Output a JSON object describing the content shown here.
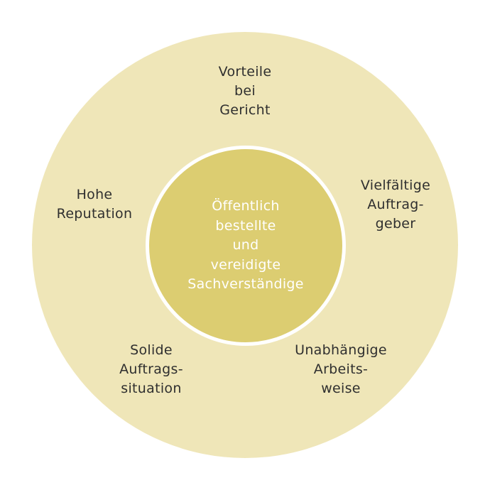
{
  "colors": {
    "outer_ring": "#efe6b8",
    "inner_circle": "#dccd71",
    "center_text": "#ffffff",
    "label_text": "#2f2f2f"
  },
  "center": {
    "lines": [
      "Öffentlich",
      "bestellte",
      "und",
      "vereidigte",
      "Sachverständige"
    ]
  },
  "labels": [
    {
      "id": "vorteile-bei-gericht",
      "lines": [
        "Vorteile",
        "bei",
        "Gericht"
      ]
    },
    {
      "id": "hohe-reputation",
      "lines": [
        "Hohe",
        "Reputation"
      ]
    },
    {
      "id": "vielfaeltige-auftraggeber",
      "lines": [
        "Vielfältige",
        "Auftrag-",
        "geber"
      ]
    },
    {
      "id": "solide-auftragssituation",
      "lines": [
        "Solide",
        "Auftrags-",
        "situation"
      ]
    },
    {
      "id": "unabhaengige-arbeitsweise",
      "lines": [
        "Unabhängige",
        "Arbeits-",
        "weise"
      ]
    }
  ]
}
